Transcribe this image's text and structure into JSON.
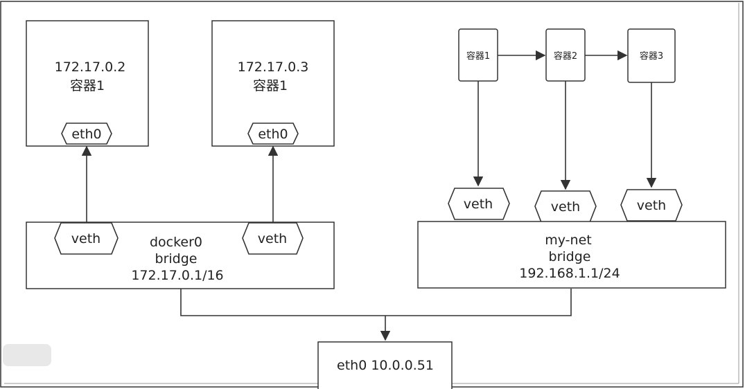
{
  "left_containers": [
    {
      "ip": "172.17.0.2",
      "name": "容器1",
      "iface": "eth0"
    },
    {
      "ip": "172.17.0.3",
      "name": "容器1",
      "iface": "eth0"
    }
  ],
  "docker0": {
    "veth_left": "veth",
    "veth_right": "veth",
    "name": "docker0",
    "type": "bridge",
    "subnet": "172.17.0.1/16"
  },
  "right_containers": [
    {
      "name": "容器1"
    },
    {
      "name": "容器2"
    },
    {
      "name": "容器3"
    }
  ],
  "right_veths": [
    "veth",
    "veth",
    "veth"
  ],
  "mynet": {
    "name": "my-net",
    "type": "bridge",
    "subnet": "192.168.1.1/24"
  },
  "host": {
    "label": "eth0 10.0.0.51"
  }
}
